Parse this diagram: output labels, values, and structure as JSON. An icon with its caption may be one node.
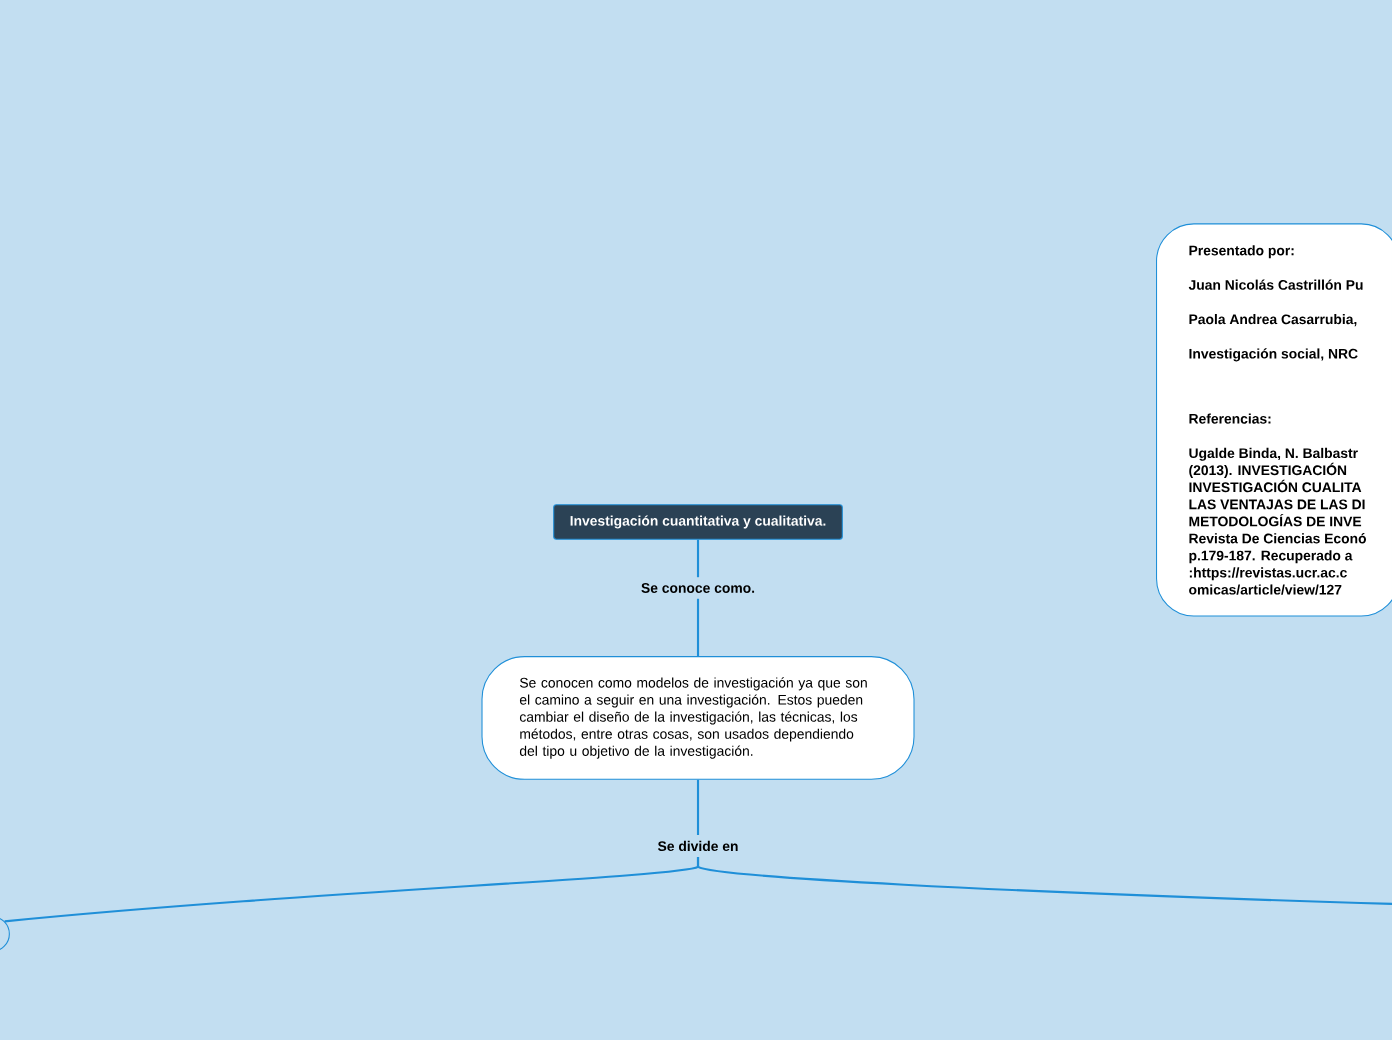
{
  "diagram": {
    "nodes": [
      {
        "text": [
          "Investigación cuantitativa y cualitativa."
        ]
      },
      {
        "text": [
          "Se conoce como."
        ]
      },
      {
        "text": [
          "Se conocen como modelos de investigación ya que son el camino a seguir en una investigación. Estos pueden cambiar el diseño de la investigación, las técnicas, los métodos, entre otras cosas, son usados dependiendo del tipo u objetivo de la investigación."
        ]
      },
      {
        "text": [
          "Se divide en"
        ]
      },
      {
        "text": [],
        "shape": "circle"
      },
      {
        "text": [
          "Presentado por:",
          "Juan Nicolás Castrillón Pu",
          "Paola Andrea Casarrubia,",
          "Investigación social, NRC",
          "Referencias:",
          "Ugalde Binda, N. Balbastr",
          "(2013). INVESTIGACIÓN",
          "INVESTIGACIÓN CUALITA",
          "LAS VENTAJAS DE LAS DI",
          "METODOLOGÍAS DE INVE",
          "Revista De Ciencias Econó",
          "p.179-187. Recuperado a",
          ":https://revistas.ucr.ac.c",
          "omicas/article/view/127"
        ]
      }
    ],
    "edges": [
      {
        "from": 0,
        "to": 1,
        "arrow": "none"
      },
      {
        "from": 1,
        "to": 2,
        "arrow": "none"
      },
      {
        "from": 2,
        "to": 3,
        "arrow": "none"
      },
      {
        "from": 3,
        "to": 4,
        "arrow": "none"
      },
      {
        "from": 3,
        "to": null,
        "arrow": "none"
      }
    ]
  }
}
